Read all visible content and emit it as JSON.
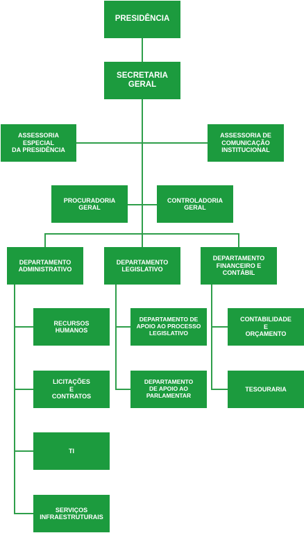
{
  "theme": {
    "box_color": "#1c9b3e",
    "line_color": "#2e9e4a",
    "text_color": "#ffffff"
  },
  "org": {
    "presidencia": "PRESIDÊNCIA",
    "secretaria": "SECRETARIA\nGERAL",
    "assessoria_especial": "ASSESSORIA ESPECIAL\nDA PRESIDÊNCIA",
    "assessoria_comunicacao": "ASSESSORIA DE\nCOMUNICAÇÃO\nINSTITUCIONAL",
    "procuradoria": "PROCURADORIA\nGERAL",
    "controladoria": "CONTROLADORIA\nGERAL",
    "dep_administrativo": "DEPARTAMENTO\nADMINISTRATIVO",
    "dep_legislativo": "DEPARTAMENTO\nLEGISLATIVO",
    "dep_financeiro": "DEPARTAMENTO\nFINANCEIRO E\nCONTÁBIL",
    "recursos_humanos": "RECURSOS\nHUMANOS",
    "licitacoes": "LICITAÇÕES\nE\nCONTRATOS",
    "ti": "TI",
    "servicos": "SERVIÇOS\nINFRAESTRUTURAIS",
    "apoio_processo": "DEPARTAMENTO DE\nAPOIO AO PROCESSO\nLEGISLATIVO",
    "apoio_parlamentar": "DEPARTAMENTO\nDE APOIO AO\nPARLAMENTAR",
    "contabilidade": "CONTABILIDADE\nE\nORÇAMENTO",
    "tesouraria": "TESOURARIA"
  }
}
